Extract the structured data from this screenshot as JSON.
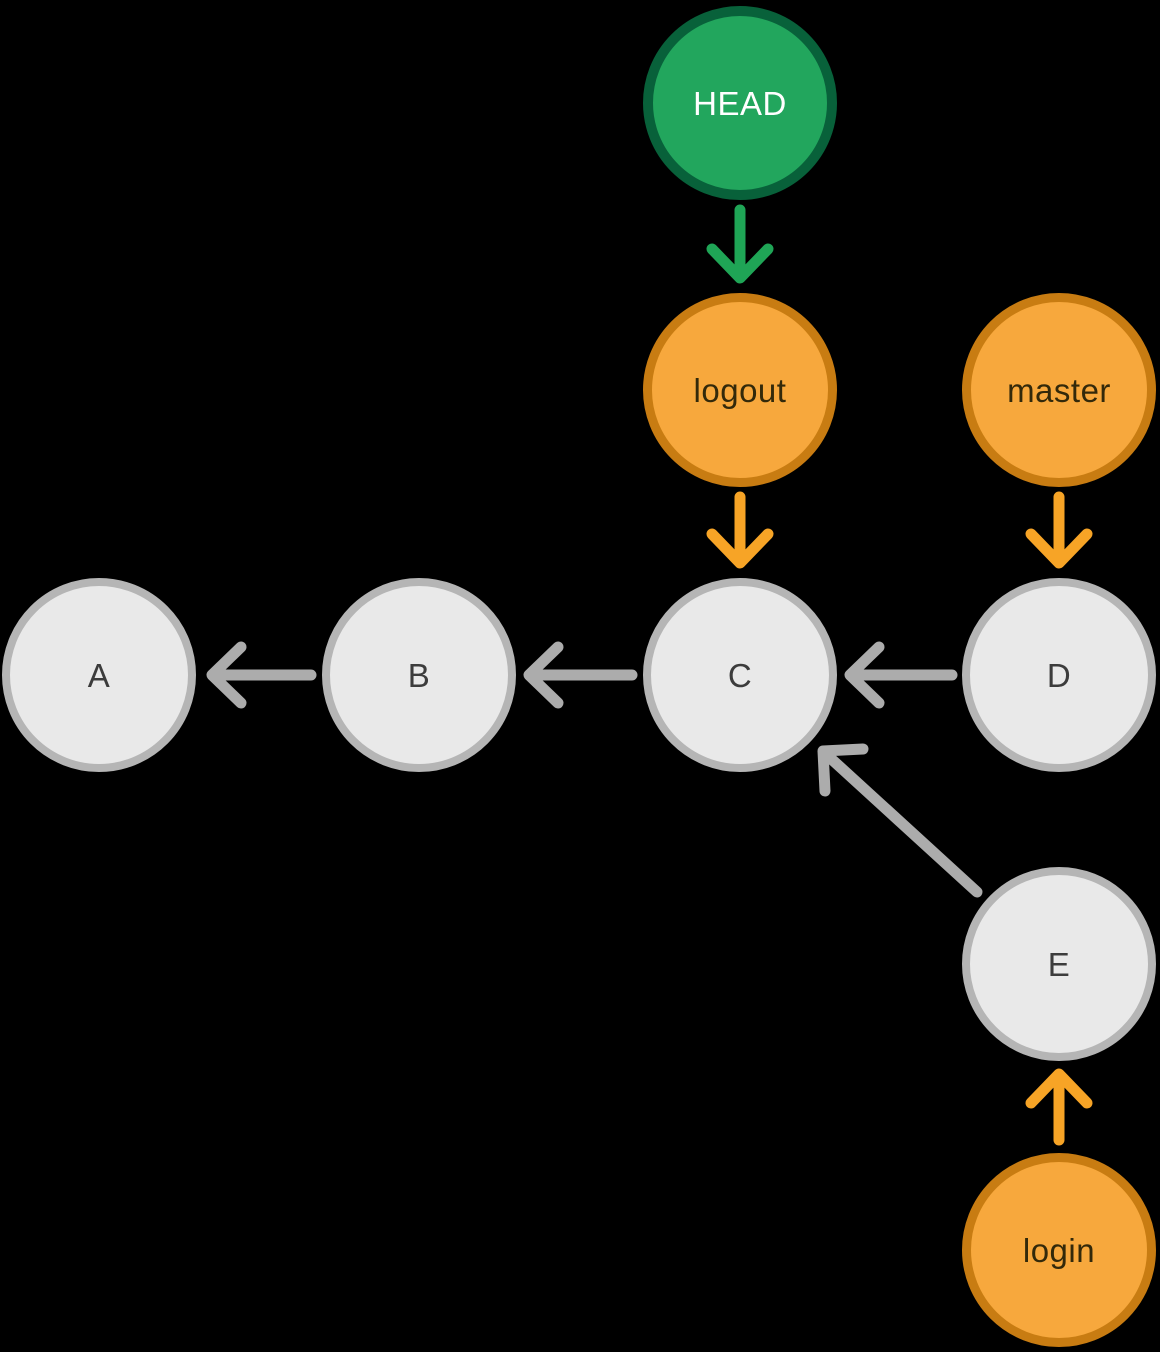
{
  "diagram_type": "git-commit-graph",
  "nodes": [
    {
      "id": "HEAD",
      "label": "HEAD",
      "type": "head"
    },
    {
      "id": "logout",
      "label": "logout",
      "type": "branch"
    },
    {
      "id": "master",
      "label": "master",
      "type": "branch"
    },
    {
      "id": "A",
      "label": "A",
      "type": "commit"
    },
    {
      "id": "B",
      "label": "B",
      "type": "commit"
    },
    {
      "id": "C",
      "label": "C",
      "type": "commit"
    },
    {
      "id": "D",
      "label": "D",
      "type": "commit"
    },
    {
      "id": "E",
      "label": "E",
      "type": "commit"
    },
    {
      "id": "login",
      "label": "login",
      "type": "branch"
    }
  ],
  "edges": [
    {
      "from": "HEAD",
      "to": "logout",
      "color": "green",
      "direction": "down"
    },
    {
      "from": "logout",
      "to": "C",
      "color": "orange",
      "direction": "down"
    },
    {
      "from": "master",
      "to": "D",
      "color": "orange",
      "direction": "down"
    },
    {
      "from": "login",
      "to": "E",
      "color": "orange",
      "direction": "up"
    },
    {
      "from": "B",
      "to": "A",
      "color": "gray",
      "direction": "left"
    },
    {
      "from": "C",
      "to": "B",
      "color": "gray",
      "direction": "left"
    },
    {
      "from": "D",
      "to": "C",
      "color": "gray",
      "direction": "left"
    },
    {
      "from": "E",
      "to": "C",
      "color": "gray",
      "direction": "up-left"
    }
  ],
  "colors": {
    "background": "#000000",
    "head-fill": "#22A65D",
    "head-border": "#08613A",
    "head-text": "#FFFFFF",
    "branch-fill": "#F7A83D",
    "branch-border": "#C87C12",
    "branch-text": "#33290A",
    "commit-fill": "#E9E9E9",
    "commit-border": "#B5B5B5",
    "commit-text": "#3C3C3C",
    "arrow-green": "#1FA556",
    "arrow-orange": "#F7A426",
    "arrow-gray": "#ACACAC"
  }
}
